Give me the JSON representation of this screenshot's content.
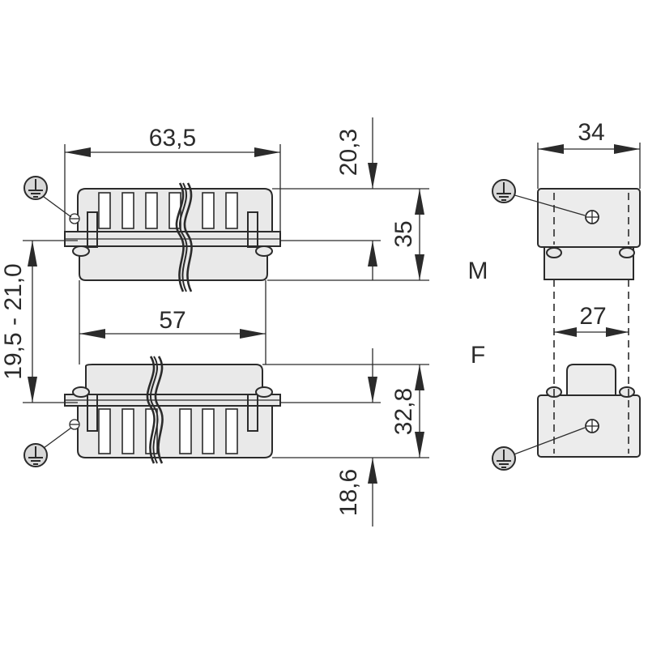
{
  "dimensions": {
    "width_total": "63,5",
    "width_inner": "57",
    "height_male_top": "20,3",
    "height_male": "35",
    "height_female": "32,8",
    "height_female_bottom": "18,6",
    "mating_range": "19,5 - 21,0",
    "side_width_outer": "34",
    "side_width_inner": "27"
  },
  "labels": {
    "male": "M",
    "female": "F"
  },
  "icons": [
    "ground-symbol-icon"
  ]
}
